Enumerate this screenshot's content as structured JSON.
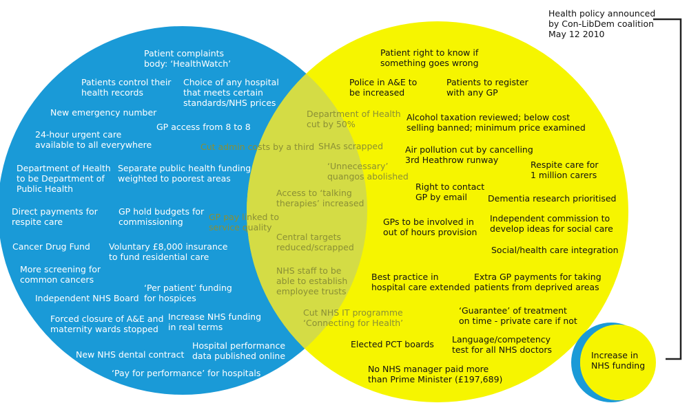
{
  "colors": {
    "blue": "#1a9ad7",
    "yellow": "#f6f500",
    "overlap": "#d4dc45",
    "text_dark": "#111111",
    "text_overlap": "#8a8f35"
  },
  "note": "Health policy announced\nby Con-LibDem coalition\nMay 12 2010",
  "blue_items": [
    "Patient complaints\nbody: ‘HealthWatch’",
    "Patients control their\nhealth records",
    "Choice of any hospital\nthat meets certain\nstandards/NHS prices",
    "New emergency number",
    "GP access from 8 to 8",
    "24-hour urgent care\navailable to all everywhere",
    "Department of Health\nto be Department of\nPublic Health",
    "Separate public health funding\nweighted to poorest areas",
    "Direct payments for\nrespite care",
    "GP hold budgets for\ncommissioning",
    "Cancer Drug Fund",
    "Voluntary £8,000 insurance\nto fund residential care",
    "More screening for\ncommon cancers",
    "Independent NHS Board",
    "‘Per patient’ funding\nfor hospices",
    "Forced closure of A&E and\nmaternity wards stopped",
    "Increase NHS funding\nin real terms",
    "New NHS dental contract",
    "Hospital performance\ndata published online",
    "‘Pay for performance’ for hospitals"
  ],
  "overlap_items": [
    "Department of Health\ncut by 50%",
    "Cut admin costs by a third",
    "SHAs scrapped",
    "‘Unnecessary’\nquangos abolished",
    "Access to ‘talking\ntherapies’ increased",
    "GP pay linked to\nservice quality",
    "Central targets\nreduced/scrapped",
    "NHS staff to be\nable to establish\nemployee trusts",
    "Cut NHS IT programme\n‘Connecting for Health’"
  ],
  "yellow_items": [
    "Patient right to know if\nsomething goes wrong",
    "Police in A&E to\nbe increased",
    "Patients to register\nwith any GP",
    "Alcohol taxation reviewed; below cost\nselling banned; minimum price examined",
    "Air pollution cut by cancelling\n3rd Heathrow runway",
    "Respite care for\n1 million carers",
    "Right to contact\nGP by email",
    "Dementia research prioritised",
    "GPs to be involved in\nout of hours provision",
    "Independent commission to\ndevelop ideas for social care",
    "Social/health care integration",
    "Best practice in\nhospital care extended",
    "Extra GP payments for taking\npatients from deprived areas",
    "‘Guarantee’ of treatment\non time - private care if not",
    "Elected PCT boards",
    "Language/competency\ntest for all NHS doctors",
    "No NHS manager paid more\nthan Prime Minister (£197,689)"
  ],
  "small_item": "Increase in\nNHS funding"
}
